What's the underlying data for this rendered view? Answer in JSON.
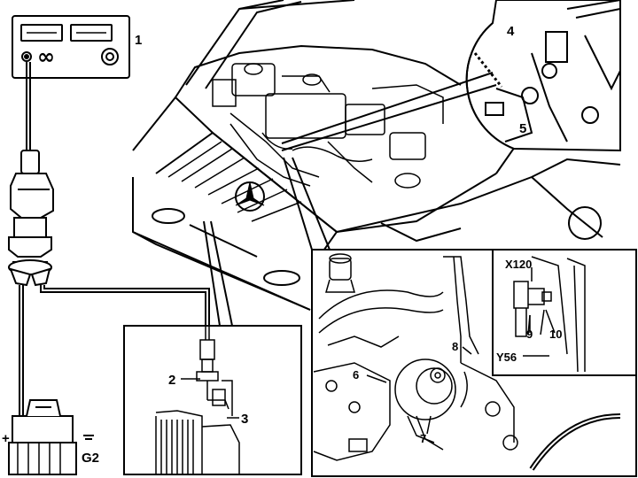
{
  "callouts": {
    "c1": "1",
    "c2": "2",
    "c3": "3",
    "c4": "4",
    "c5": "5",
    "c6": "6",
    "c7": "7",
    "c8": "8",
    "c9": "9",
    "c10": "10",
    "x120": "X120",
    "y56": "Y56",
    "g2": "G2",
    "plus": "+"
  },
  "colors": {
    "ink": "#000000",
    "paper": "#ffffff"
  }
}
